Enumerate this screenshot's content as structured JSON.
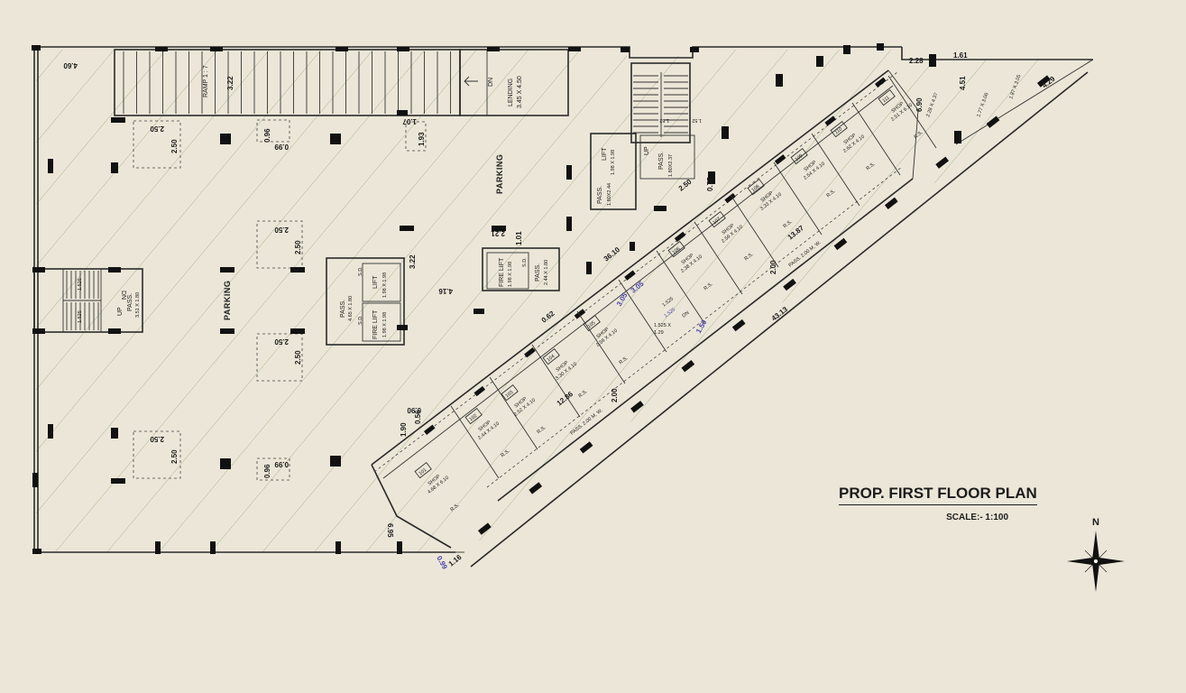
{
  "title": "PROP. FIRST FLOOR PLAN",
  "scale": "SCALE:- 1:100",
  "north_label": "N",
  "colors": {
    "paper": "#ece6d8",
    "ink": "#1a1a1a",
    "hatch": "#8faa6a",
    "dim_blue": "#4a46a8"
  },
  "labels": {
    "parking_main": "PARKING",
    "parking_left": "PARKING",
    "ramp": "RAMP 1 : 7",
    "dn_ramp": "DN",
    "lending": "LENDING",
    "lending_size": "3.45 X 4.50",
    "stair_up": "UP",
    "stair_dn": "DN",
    "left_pass": "PASS.",
    "left_pass_size": "3.51 X 1.80",
    "pass_core": "PASS.",
    "pass_core_size": "4.65 X 1.80",
    "lift1": "LIFT",
    "lift1_size": "1.98 X 1.98",
    "fire_lift1": "FIRE LIFT",
    "fire_lift1_size": "1.98 X 1.98",
    "fire_lift2": "FIRE LIFT",
    "fire_lift2_size": "1.98 X 1.98",
    "pass_fire": "PASS.",
    "pass_fire_size": "2.44 X 1.80",
    "lift2": "LIFT",
    "lift2_size": "1.98 X 1.98",
    "pass_top1": "PASS.",
    "pass_top1_size": "1.80X2.44",
    "pass_top2": "PASS.",
    "pass_top2_size": "1.80X2.37",
    "corridor_lower": "PASS. 2.00 M. W.",
    "corridor_upper": "PASS. 2.00 M. W.",
    "shop": "SHOP",
    "rs": "R.S.",
    "sd": "S.D."
  },
  "shops": [
    {
      "no": "101",
      "size": "4.68 X 6.10"
    },
    {
      "no": "102",
      "size": "2.44 X 4.10"
    },
    {
      "no": "103",
      "size": "2.52 X 4.10"
    },
    {
      "no": "104",
      "size": "3.30 X 4.10"
    },
    {
      "no": "105",
      "size": "2.59 X 4.10"
    },
    {
      "no": "106",
      "size": "2.38 X 4.10"
    },
    {
      "no": "107",
      "size": "2.59 X 4.10"
    },
    {
      "no": "108",
      "size": "3.33 X 4.10"
    },
    {
      "no": "109",
      "size": "2.54 X 4.10"
    },
    {
      "no": "110",
      "size": "2.62 X 4.10"
    },
    {
      "no": "111",
      "size": "2.51 X 6.10"
    }
  ],
  "dimensions": {
    "d460": "4.60",
    "d322a": "3.22",
    "d250a": "2.50",
    "d250b": "2.50",
    "d250c": "2.50",
    "d250d": "2.50",
    "d250e": "2.50",
    "d250f": "2.50",
    "d250g": "2.50",
    "d250h": "2.50",
    "d096a": "0.96",
    "d099a": "0.99",
    "d096b": "0.96",
    "d099b": "0.99",
    "d107": "1.07",
    "d193": "1.93",
    "d221": "2.21",
    "d101": "1.01",
    "d322b": "3.22",
    "d416": "4.16",
    "d3610": "36.10",
    "d250i": "2.50",
    "d077": "0.77",
    "d1387": "13.87",
    "d200a": "2.00",
    "d4313": "43.13",
    "d1286": "12.86",
    "d200b": "2.00",
    "d062": "0.62",
    "d090": "0.90",
    "d190": "1.90",
    "d056": "0.56",
    "d695": "6.95",
    "d099c": "0.99",
    "d116": "1.16",
    "d228": "2.28",
    "d161": "1.61",
    "d690": "6.90",
    "d451": "4.51",
    "d429": "4.29",
    "d228b": "2.28 X 4.37",
    "d177": "1.77 X 3.06",
    "d187": "1.87 X 3.05",
    "d152a": "1.52",
    "d152b": "1.52",
    "d1525a": "1.525",
    "d1525b": "1.525",
    "d1525c": "1.525",
    "d1525d": "1.525",
    "stair_small": "1.525 X",
    "stair_small2": "1.29",
    "d305a": "3.05",
    "d305b": "3.05",
    "d150": "1.50"
  }
}
